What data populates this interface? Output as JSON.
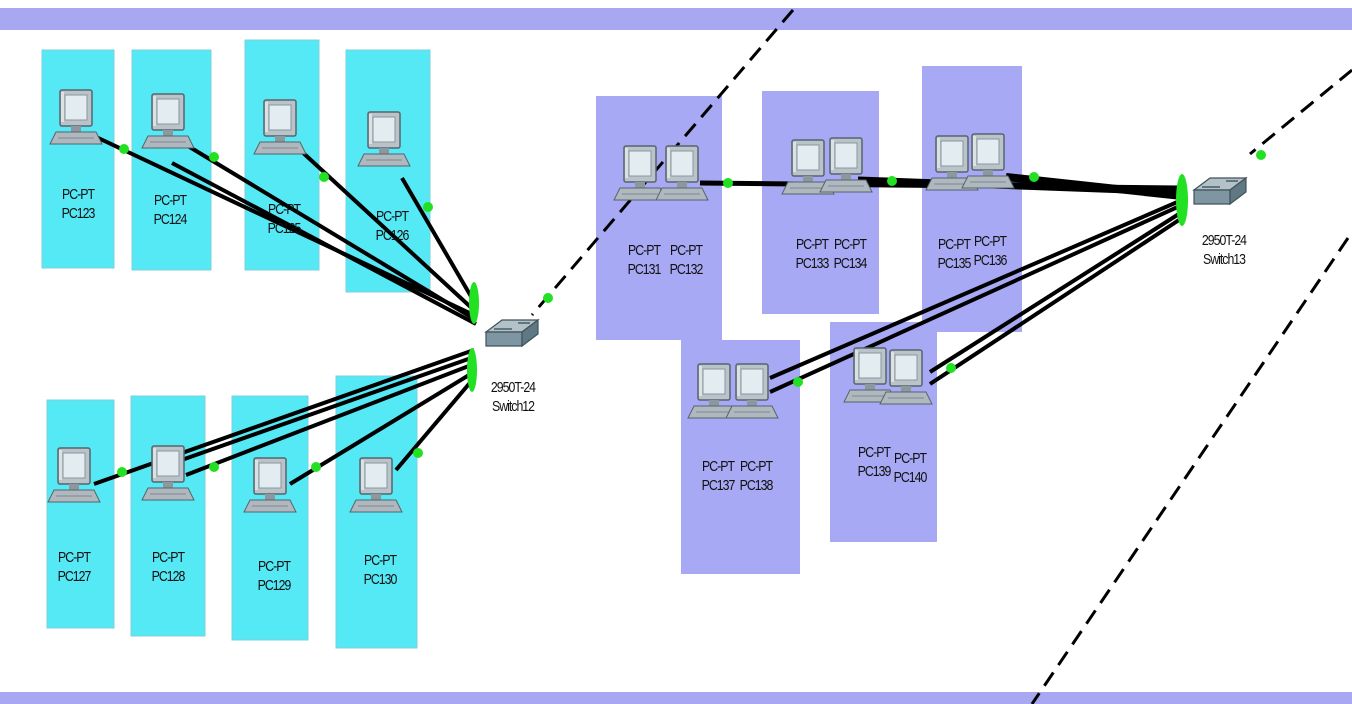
{
  "colors": {
    "cyan_area": "#55e8f5",
    "blue_area": "#a7a9f4",
    "band": "#a8a8f2",
    "link": "#000000",
    "port_up": "#22e022"
  },
  "devices": {
    "pc123": {
      "type": "PC-PT",
      "name": "PC123",
      "icon": "desktop-pc-icon"
    },
    "pc124": {
      "type": "PC-PT",
      "name": "PC124",
      "icon": "desktop-pc-icon"
    },
    "pc125": {
      "type": "PC-PT",
      "name": "PC125",
      "icon": "desktop-pc-icon"
    },
    "pc126": {
      "type": "PC-PT",
      "name": "PC126",
      "icon": "desktop-pc-icon"
    },
    "pc127": {
      "type": "PC-PT",
      "name": "PC127",
      "icon": "desktop-pc-icon"
    },
    "pc128": {
      "type": "PC-PT",
      "name": "PC128",
      "icon": "desktop-pc-icon"
    },
    "pc129": {
      "type": "PC-PT",
      "name": "PC129",
      "icon": "desktop-pc-icon"
    },
    "pc130": {
      "type": "PC-PT",
      "name": "PC130",
      "icon": "desktop-pc-icon"
    },
    "pc131": {
      "type": "PC-PT",
      "name": "PC131",
      "icon": "desktop-pc-icon"
    },
    "pc132": {
      "type": "PC-PT",
      "name": "PC132",
      "icon": "desktop-pc-icon"
    },
    "pc133": {
      "type": "PC-PT",
      "name": "PC133",
      "icon": "desktop-pc-icon"
    },
    "pc134": {
      "type": "PC-PT",
      "name": "PC134",
      "icon": "desktop-pc-icon"
    },
    "pc135": {
      "type": "PC-PT",
      "name": "PC135",
      "icon": "desktop-pc-icon"
    },
    "pc136": {
      "type": "PC-PT",
      "name": "PC136",
      "icon": "desktop-pc-icon"
    },
    "pc137": {
      "type": "PC-PT",
      "name": "PC137",
      "icon": "desktop-pc-icon"
    },
    "pc138": {
      "type": "PC-PT",
      "name": "PC138",
      "icon": "desktop-pc-icon"
    },
    "pc139": {
      "type": "PC-PT",
      "name": "PC139",
      "icon": "desktop-pc-icon"
    },
    "pc140": {
      "type": "PC-PT",
      "name": "PC140",
      "icon": "desktop-pc-icon"
    },
    "switch12": {
      "type": "2950T-24",
      "name": "Switch12",
      "icon": "switch-icon"
    },
    "switch13": {
      "type": "2950T-24",
      "name": "Switch13",
      "icon": "switch-icon"
    }
  }
}
